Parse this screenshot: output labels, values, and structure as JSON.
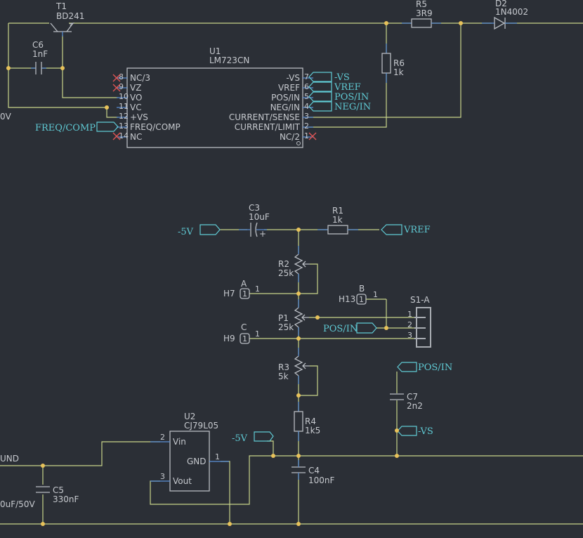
{
  "components": {
    "T1": {
      "ref": "T1",
      "value": "BD241"
    },
    "C6": {
      "ref": "C6",
      "value": "1nF"
    },
    "U1": {
      "ref": "U1",
      "value": "LM723CN",
      "left_pins": [
        {
          "num": "8",
          "name": "NC/3"
        },
        {
          "num": "9",
          "name": "VZ"
        },
        {
          "num": "10",
          "name": "VO"
        },
        {
          "num": "11",
          "name": "VC"
        },
        {
          "num": "12",
          "name": "+VS"
        },
        {
          "num": "13",
          "name": "FREQ/COMP"
        },
        {
          "num": "14",
          "name": "NC"
        }
      ],
      "right_pins": [
        {
          "num": "7",
          "name": "-VS"
        },
        {
          "num": "6",
          "name": "VREF"
        },
        {
          "num": "5",
          "name": "POS/IN"
        },
        {
          "num": "4",
          "name": "NEG/IN"
        },
        {
          "num": "3",
          "name": "CURRENT/SENSE"
        },
        {
          "num": "2",
          "name": "CURRENT/LIMIT"
        },
        {
          "num": "1",
          "name": "NC/2"
        }
      ]
    },
    "R5": {
      "ref": "R5",
      "value": "3R9"
    },
    "D2": {
      "ref": "D2",
      "value": "1N4002"
    },
    "R6": {
      "ref": "R6",
      "value": "1k"
    },
    "C3": {
      "ref": "C3",
      "value": "10uF"
    },
    "R1": {
      "ref": "R1",
      "value": "1k"
    },
    "R2": {
      "ref": "R2",
      "value": "25k"
    },
    "P1": {
      "ref": "P1",
      "value": "25k"
    },
    "R3": {
      "ref": "R3",
      "value": "5k"
    },
    "R4": {
      "ref": "R4",
      "value": "1k5"
    },
    "C4": {
      "ref": "C4",
      "value": "100nF"
    },
    "C7": {
      "ref": "C7",
      "value": "2n2"
    },
    "C5": {
      "ref": "C5",
      "value": "330nF"
    },
    "U2": {
      "ref": "U2",
      "value": "CJ79L05",
      "pins": [
        {
          "num": "2",
          "name": "Vin"
        },
        {
          "num": "1",
          "name": "GND"
        },
        {
          "num": "3",
          "name": "Vout"
        }
      ]
    },
    "H7": {
      "ref": "H7",
      "label": "A",
      "pin": "1",
      "box": "1"
    },
    "H9": {
      "ref": "H9",
      "label": "C",
      "pin": "1",
      "box": "1"
    },
    "H13": {
      "ref": "H13",
      "label": "B",
      "pin": "1",
      "box": "1"
    },
    "S1": {
      "ref": "S1-A",
      "pins": [
        "1",
        "2",
        "3"
      ]
    }
  },
  "nets": {
    "u1_vs": "-VS",
    "u1_vref": "VREF",
    "u1_posin": "POS/IN",
    "u1_negin": "NEG/IN",
    "freq_comp": "FREQ/COMP",
    "minus5v_c3": "-5V",
    "vref_r1": "VREF",
    "posin_s1": "POS/IN",
    "posin_c7": "POS/IN",
    "vs_c7": "-VS",
    "minus5v_u2": "-5V"
  },
  "edge_text": {
    "left_v": "0V",
    "ground": "UND",
    "c5_extra": "0uF/50V"
  }
}
